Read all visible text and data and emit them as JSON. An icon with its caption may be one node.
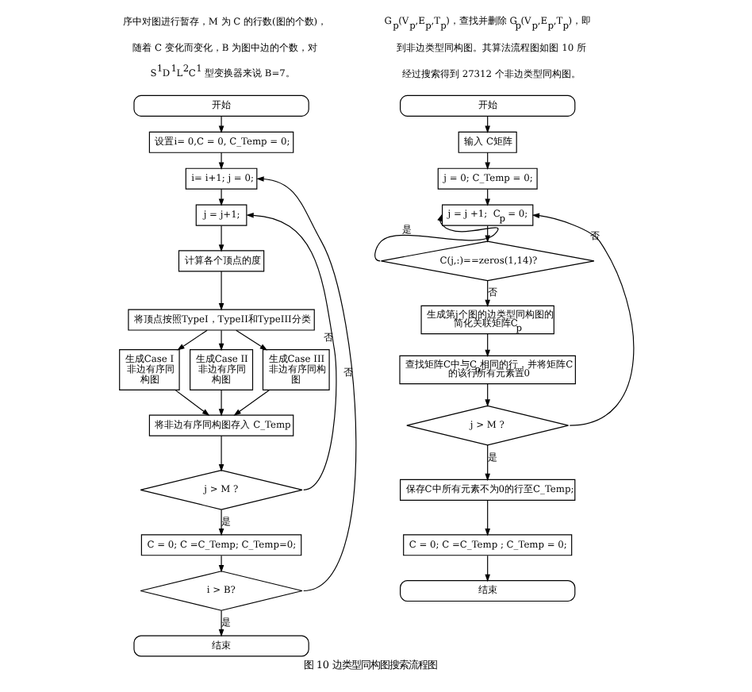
{
  "diagram": {
    "caption": "图 10 边类型同构图搜索流程图",
    "nodes": [
      {
        "text": [
          "开始"
        ]
      },
      {
        "text": [
          "设置i= 0,C = 0, C_Temp = 0;"
        ]
      },
      {
        "text": [
          "i= i+1; j = 0;"
        ]
      },
      {
        "text": [
          "j = j+1;"
        ]
      },
      {
        "text": [
          "计算各个顶点的度"
        ]
      },
      {
        "text": [
          "将顶点按照TypeI，TypeII和TypeIII分类"
        ]
      },
      {
        "text": [
          "生成Case I 非边有序同构图"
        ]
      },
      {
        "text": [
          "生成Case II 非边有序同构图"
        ]
      },
      {
        "text": [
          "生成Case III 非边有序同构图"
        ]
      },
      {
        "text": [
          "将非边有序同构图存入 C_Temp"
        ]
      },
      {
        "text": [
          "j > M ?"
        ]
      },
      {
        "text": [
          "C = 0; C =C_Temp; C_Temp=0;"
        ]
      },
      {
        "text": [
          "i > B?"
        ]
      },
      {
        "text": [
          "结束"
        ]
      },
      {
        "text": [
          "开始"
        ]
      },
      {
        "text": [
          "输入 C矩阵"
        ]
      },
      {
        "text": [
          "j = 0; C_Temp = 0;"
        ]
      },
      {
        "text": [
          "j = j +1;  C$_{p}$ = 0;"
        ]
      },
      {
        "text": [
          "C(j,:)==zeros(1,14)?"
        ]
      },
      {
        "text": [
          "生成第j个图的边类型同构图的简化关联矩阵C$_{p}$"
        ]
      },
      {
        "text": [
          "查找矩阵C中与C$_{p}$相同的行，并将矩阵C的该行所有元素置0"
        ]
      },
      {
        "text": [
          "j > M ?"
        ]
      },
      {
        "text": [
          "保存C中所有元素不为0的行至C_Temp;"
        ]
      },
      {
        "text": [
          "C = 0; C =C_Temp ; C_Temp = 0;"
        ]
      },
      {
        "text": [
          "结束"
        ]
      }
    ],
    "edges": [
      {
        "from": 0,
        "to": 1,
        "arrow": "to"
      },
      {
        "from": 1,
        "to": 2,
        "arrow": "to"
      },
      {
        "from": 2,
        "to": 3,
        "arrow": "to"
      },
      {
        "from": 3,
        "to": 4,
        "arrow": "to"
      },
      {
        "from": 4,
        "to": 5,
        "arrow": "to"
      },
      {
        "from": 5,
        "to": 6,
        "arrow": "to"
      },
      {
        "from": 5,
        "to": 7,
        "arrow": "to"
      },
      {
        "from": 5,
        "to": 8,
        "arrow": "to"
      },
      {
        "from": 6,
        "to": 9,
        "arrow": "to"
      },
      {
        "from": 7,
        "to": 9,
        "arrow": "to"
      },
      {
        "from": 8,
        "to": 9,
        "arrow": "to"
      },
      {
        "from": 9,
        "to": 10,
        "arrow": "to"
      },
      {
        "from": 10,
        "to": 3,
        "arrow": "to",
        "label": "否"
      },
      {
        "from": 10,
        "to": 11,
        "arrow": "to",
        "label": "是"
      },
      {
        "from": 11,
        "to": 12,
        "arrow": "to"
      },
      {
        "from": 12,
        "to": 2,
        "arrow": "to",
        "label": "否"
      },
      {
        "from": 12,
        "to": 13,
        "arrow": "to",
        "label": "是"
      },
      {
        "from": 14,
        "to": 15,
        "arrow": "to"
      },
      {
        "from": 15,
        "to": 16,
        "arrow": "to"
      },
      {
        "from": 16,
        "to": 17,
        "arrow": "to"
      },
      {
        "from": 17,
        "to": 18,
        "arrow": "to"
      },
      {
        "from": 18,
        "to": 17,
        "arrow": "to",
        "label": "是"
      },
      {
        "from": 18,
        "to": 19,
        "arrow": "to",
        "label": "否"
      },
      {
        "from": 19,
        "to": 20,
        "arrow": "to"
      },
      {
        "from": 20,
        "to": 21,
        "arrow": "to"
      },
      {
        "from": 21,
        "to": 17,
        "arrow": "to",
        "label": "否"
      },
      {
        "from": 21,
        "to": 22,
        "arrow": "to",
        "label": "是"
      },
      {
        "from": 22,
        "to": 23,
        "arrow": "to"
      },
      {
        "from": 23,
        "to": 24,
        "arrow": "to"
      }
    ],
    "labels": [
      "序中对图进行暂存，M 为 C 的行数(图的个数)，",
      "随着 C 变化而变化，B 为图中边的个数，对",
      "S$^{1}$D$^{1}$L$^{2}$C$^{1}$ 型变换器来说 B=7。",
      "G$_{p}$(V$_{p}$,E$_{p}$,T$_{p}$)，查找并删除 G$_{p}$(V$_{p}$,E$_{p}$,T$_{p}$)，即",
      "到非边类型同构图。其算法流程图如图 10 所",
      "经过搜索得到 27312 个非边类型同构图。"
    ]
  }
}
